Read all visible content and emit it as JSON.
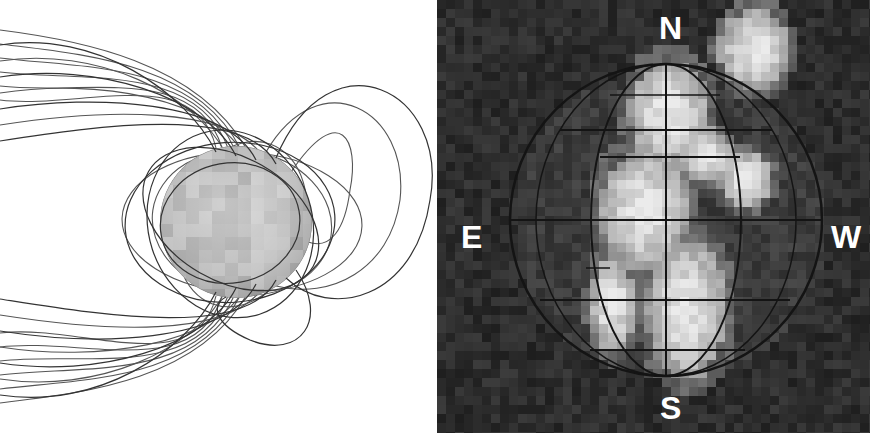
{
  "diagram": {
    "labels": [
      "N",
      "E",
      "W",
      "S"
    ]
  }
}
